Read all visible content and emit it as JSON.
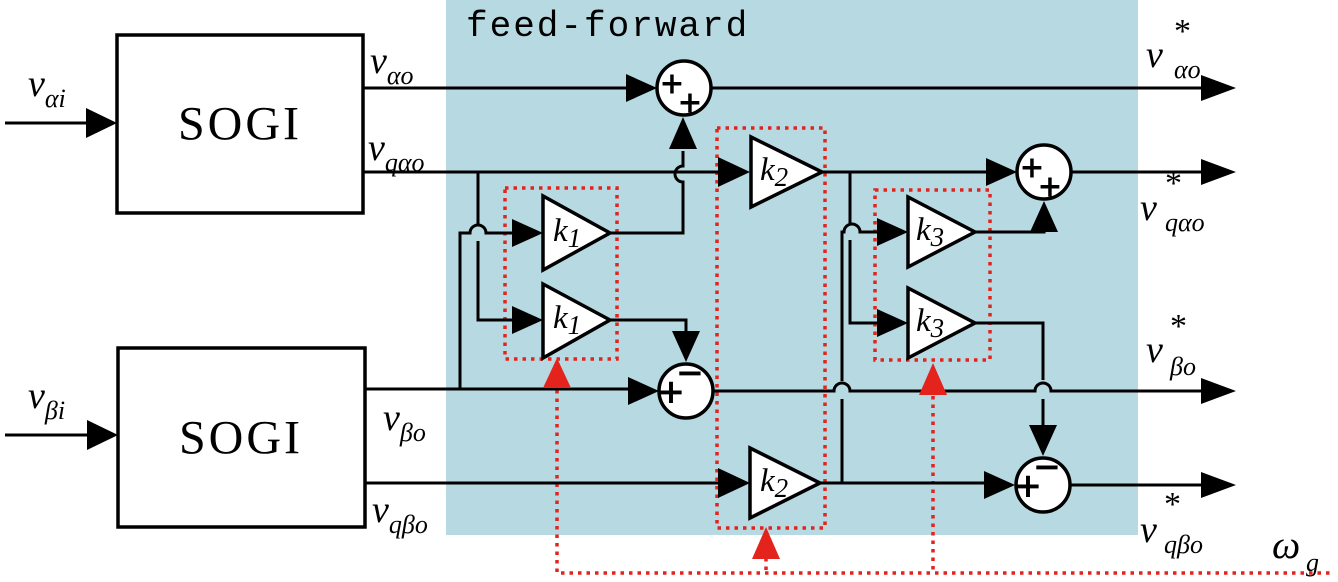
{
  "title": "feed-forward",
  "colors": {
    "region_fill": "#b7d9e2",
    "wire": "#000000",
    "highlight_red": "#e3231c"
  },
  "blocks": {
    "sogi_top": "SOGI",
    "sogi_bottom": "SOGI"
  },
  "gains": {
    "k1": {
      "base": "k",
      "sub": "1"
    },
    "k2": {
      "base": "k",
      "sub": "2"
    },
    "k3": {
      "base": "k",
      "sub": "3"
    }
  },
  "signals": {
    "in_alpha": {
      "base": "v",
      "sub": "αi"
    },
    "in_beta": {
      "base": "v",
      "sub": "βi"
    },
    "alpha_o": {
      "base": "v",
      "sub": "αo"
    },
    "q_alpha_o": {
      "base": "v",
      "sub": "qαo"
    },
    "beta_o": {
      "base": "v",
      "sub": "βo"
    },
    "q_beta_o": {
      "base": "v",
      "sub": "qβo"
    },
    "out_alpha_o": {
      "base": "v",
      "star": "*",
      "sub": "αo"
    },
    "out_q_alpha_o": {
      "base": "v",
      "star": "*",
      "sub": "qαo"
    },
    "out_beta_o": {
      "base": "v",
      "star": "*",
      "sub": "βo"
    },
    "out_q_beta_o": {
      "base": "v",
      "star": "*",
      "sub": "qβo"
    }
  },
  "sums": {
    "plus": "+",
    "minus": "−"
  },
  "omega": {
    "base": "ω",
    "sub": "g"
  }
}
